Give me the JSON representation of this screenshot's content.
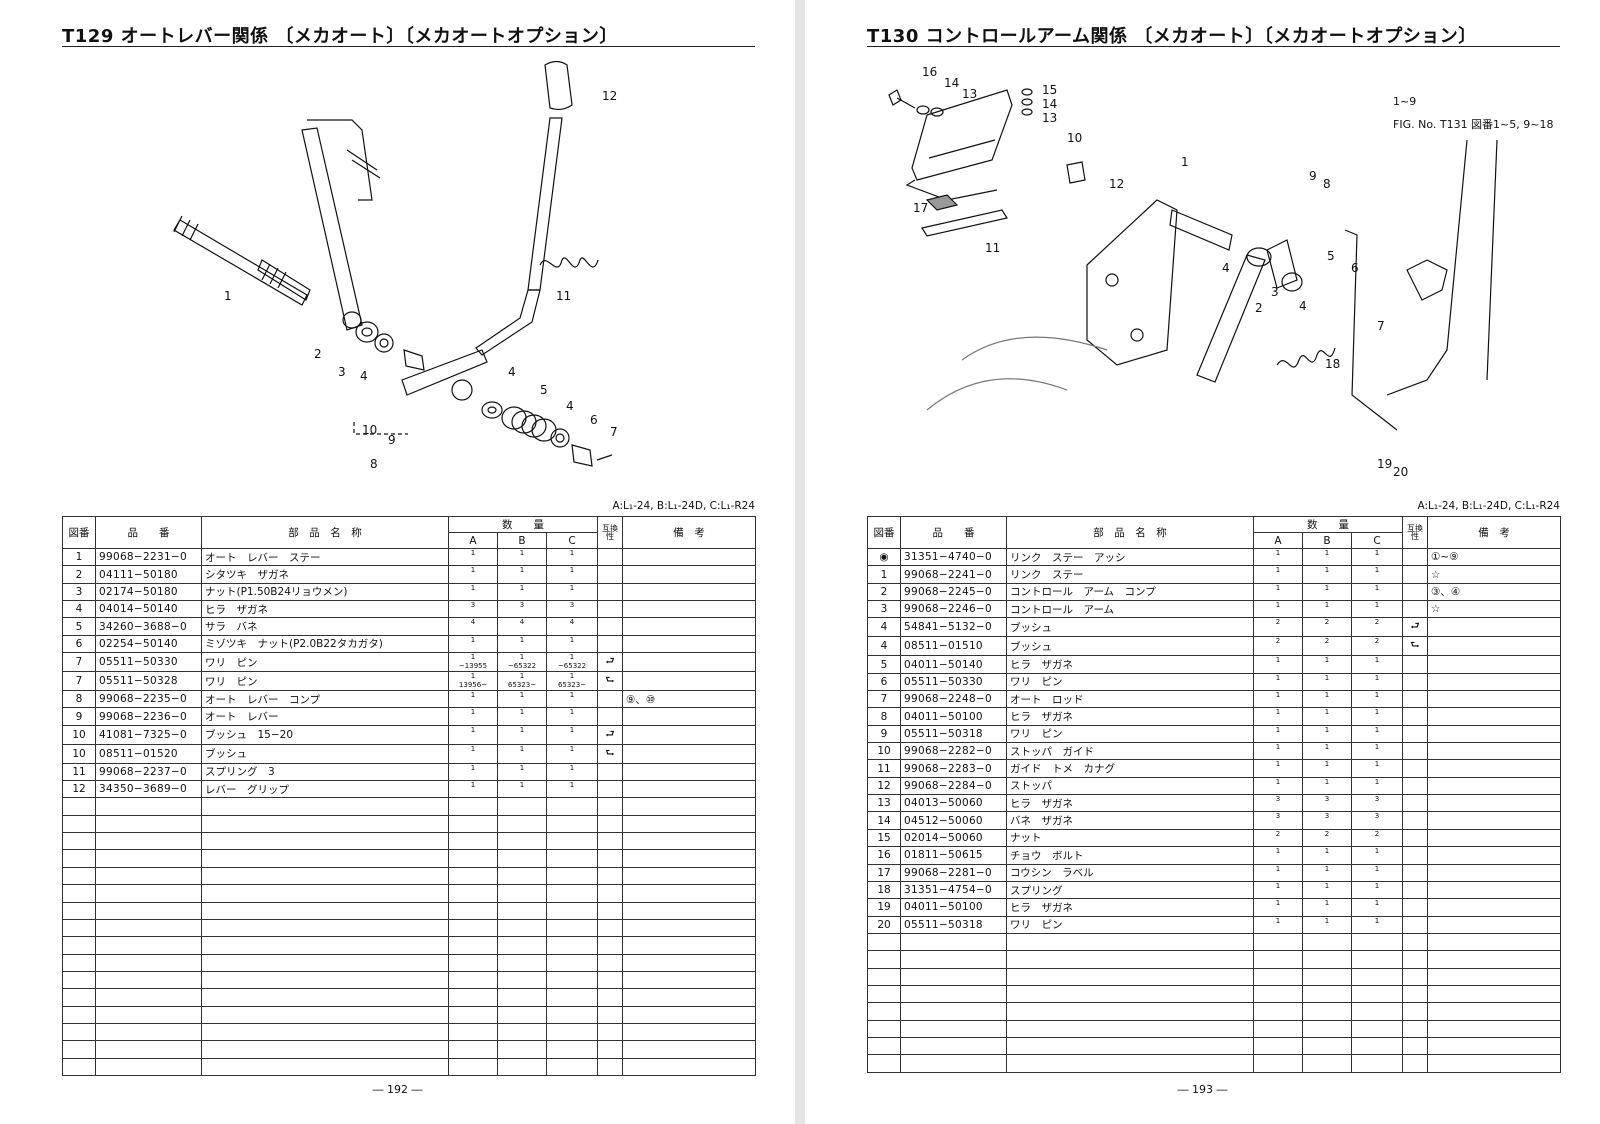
{
  "left": {
    "title": "T129 オートレバー関係 〔メカオート〕〔メカオートオプション〕",
    "model_note": "A:L₁-24, B:L₁-24D, C:L₁-R24",
    "page_number": "― 192 ―",
    "headers": {
      "fig": "図番",
      "part_no": "品　　番",
      "part_name": "部　品　名　称",
      "qty": "数　　量",
      "a": "A",
      "b": "B",
      "c": "C",
      "interchange": "互換性",
      "remarks": "備　考"
    },
    "callouts": [
      "1",
      "2",
      "3",
      "4",
      "10",
      "9",
      "8",
      "4",
      "5",
      "4",
      "6",
      "7",
      "11",
      "12"
    ],
    "rows": [
      {
        "fig": "1",
        "code": "99068−2231−0",
        "name": "オート　レバー　ステー",
        "a": "1",
        "b": "1",
        "c": "1",
        "x": "",
        "rem": ""
      },
      {
        "fig": "2",
        "code": "04111−50180",
        "name": "シタツキ　ザガネ",
        "a": "1",
        "b": "1",
        "c": "1",
        "x": "",
        "rem": ""
      },
      {
        "fig": "3",
        "code": "02174−50180",
        "name": "ナット(P1.50B24リョウメン)",
        "a": "1",
        "b": "1",
        "c": "1",
        "x": "",
        "rem": ""
      },
      {
        "fig": "4",
        "code": "04014−50140",
        "name": "ヒラ　ザガネ",
        "a": "3",
        "b": "3",
        "c": "3",
        "x": "",
        "rem": ""
      },
      {
        "fig": "5",
        "code": "34260−3688−0",
        "name": "サラ　バネ",
        "a": "4",
        "b": "4",
        "c": "4",
        "x": "",
        "rem": ""
      },
      {
        "fig": "6",
        "code": "02254−50140",
        "name": "ミゾツキ　ナット(P2.0B22タカガタ)",
        "a": "1",
        "b": "1",
        "c": "1",
        "x": "",
        "rem": ""
      },
      {
        "fig": "7",
        "code": "05511−50330",
        "name": "ワリ　ピン",
        "a": "1\n~13955",
        "b": "1\n~65322",
        "c": "1\n~65322",
        "x": "⮐",
        "rem": ""
      },
      {
        "fig": "7",
        "code": "05511−50328",
        "name": "ワリ　ピン",
        "a": "1\n13956~",
        "b": "1\n65323~",
        "c": "1\n65323~",
        "x": "⮑",
        "rem": ""
      },
      {
        "fig": "8",
        "code": "99068−2235−0",
        "name": "オート　レバー　コンプ",
        "a": "1",
        "b": "1",
        "c": "1",
        "x": "",
        "rem": "⑨、⑩"
      },
      {
        "fig": "9",
        "code": "99068−2236−0",
        "name": "オート　レバー",
        "a": "1",
        "b": "1",
        "c": "1",
        "x": "",
        "rem": ""
      },
      {
        "fig": "10",
        "code": "41081−7325−0",
        "name": "ブッシュ　15−20",
        "a": "1",
        "b": "1",
        "c": "1",
        "x": "⮐",
        "rem": ""
      },
      {
        "fig": "10",
        "code": "08511−01520",
        "name": "ブッシュ",
        "a": "1",
        "b": "1",
        "c": "1",
        "x": "⮑",
        "rem": ""
      },
      {
        "fig": "11",
        "code": "99068−2237−0",
        "name": "スプリング　3",
        "a": "1",
        "b": "1",
        "c": "1",
        "x": "",
        "rem": ""
      },
      {
        "fig": "12",
        "code": "34350−3689−0",
        "name": "レバー　グリップ",
        "a": "1",
        "b": "1",
        "c": "1",
        "x": "",
        "rem": ""
      }
    ]
  },
  "right": {
    "title": "T130 コントロールアーム関係 〔メカオート〕〔メカオートオプション〕",
    "model_note": "A:L₁-24, B:L₁-24D, C:L₁-R24",
    "page_number": "― 193 ―",
    "fig_note_range": "1~9",
    "fig_note": "FIG. No. T131 図番1~5, 9~18",
    "headers": {
      "fig": "図番",
      "part_no": "品　　番",
      "part_name": "部　品　名　称",
      "qty": "数　　量",
      "a": "A",
      "b": "B",
      "c": "C",
      "interchange": "互換性",
      "remarks": "備　考"
    },
    "callouts": [
      "16",
      "14",
      "13",
      "15",
      "14",
      "13",
      "10",
      "12",
      "17",
      "11",
      "1",
      "9",
      "8",
      "4",
      "3",
      "2",
      "4",
      "5",
      "6",
      "7",
      "18",
      "19",
      "20"
    ],
    "rows": [
      {
        "fig": "◉",
        "code": "31351−4740−0",
        "name": "リンク　ステー　アッシ",
        "a": "1",
        "b": "1",
        "c": "1",
        "x": "",
        "rem": "①~⑨"
      },
      {
        "fig": "1",
        "code": "99068−2241−0",
        "name": "リンク　ステー",
        "a": "1",
        "b": "1",
        "c": "1",
        "x": "",
        "rem": "☆"
      },
      {
        "fig": "2",
        "code": "99068−2245−0",
        "name": "コントロール　アーム　コンプ",
        "a": "1",
        "b": "1",
        "c": "1",
        "x": "",
        "rem": "③、④"
      },
      {
        "fig": "3",
        "code": "99068−2246−0",
        "name": "コントロール　アーム",
        "a": "1",
        "b": "1",
        "c": "1",
        "x": "",
        "rem": "☆"
      },
      {
        "fig": "4",
        "code": "54841−5132−0",
        "name": "ブッシュ",
        "a": "2",
        "b": "2",
        "c": "2",
        "x": "⮐",
        "rem": ""
      },
      {
        "fig": "4",
        "code": "08511−01510",
        "name": "ブッシュ",
        "a": "2",
        "b": "2",
        "c": "2",
        "x": "⮑",
        "rem": ""
      },
      {
        "fig": "5",
        "code": "04011−50140",
        "name": "ヒラ　ザガネ",
        "a": "1",
        "b": "1",
        "c": "1",
        "x": "",
        "rem": ""
      },
      {
        "fig": "6",
        "code": "05511−50330",
        "name": "ワリ　ピン",
        "a": "1",
        "b": "1",
        "c": "1",
        "x": "",
        "rem": ""
      },
      {
        "fig": "7",
        "code": "99068−2248−0",
        "name": "オート　ロッド",
        "a": "1",
        "b": "1",
        "c": "1",
        "x": "",
        "rem": ""
      },
      {
        "fig": "8",
        "code": "04011−50100",
        "name": "ヒラ　ザガネ",
        "a": "1",
        "b": "1",
        "c": "1",
        "x": "",
        "rem": ""
      },
      {
        "fig": "9",
        "code": "05511−50318",
        "name": "ワリ　ピン",
        "a": "1",
        "b": "1",
        "c": "1",
        "x": "",
        "rem": ""
      },
      {
        "fig": "10",
        "code": "99068−2282−0",
        "name": "ストッパ　ガイド",
        "a": "1",
        "b": "1",
        "c": "1",
        "x": "",
        "rem": ""
      },
      {
        "fig": "11",
        "code": "99068−2283−0",
        "name": "ガイド　トメ　カナグ",
        "a": "1",
        "b": "1",
        "c": "1",
        "x": "",
        "rem": ""
      },
      {
        "fig": "12",
        "code": "99068−2284−0",
        "name": "ストッパ",
        "a": "1",
        "b": "1",
        "c": "1",
        "x": "",
        "rem": ""
      },
      {
        "fig": "13",
        "code": "04013−50060",
        "name": "ヒラ　ザガネ",
        "a": "3",
        "b": "3",
        "c": "3",
        "x": "",
        "rem": ""
      },
      {
        "fig": "14",
        "code": "04512−50060",
        "name": "バネ　ザガネ",
        "a": "3",
        "b": "3",
        "c": "3",
        "x": "",
        "rem": ""
      },
      {
        "fig": "15",
        "code": "02014−50060",
        "name": "ナット",
        "a": "2",
        "b": "2",
        "c": "2",
        "x": "",
        "rem": ""
      },
      {
        "fig": "16",
        "code": "01811−50615",
        "name": "チョウ　ボルト",
        "a": "1",
        "b": "1",
        "c": "1",
        "x": "",
        "rem": ""
      },
      {
        "fig": "17",
        "code": "99068−2281−0",
        "name": "コウシン　ラベル",
        "a": "1",
        "b": "1",
        "c": "1",
        "x": "",
        "rem": ""
      },
      {
        "fig": "18",
        "code": "31351−4754−0",
        "name": "スプリング",
        "a": "1",
        "b": "1",
        "c": "1",
        "x": "",
        "rem": ""
      },
      {
        "fig": "19",
        "code": "04011−50100",
        "name": "ヒラ　ザガネ",
        "a": "1",
        "b": "1",
        "c": "1",
        "x": "",
        "rem": ""
      },
      {
        "fig": "20",
        "code": "05511−50318",
        "name": "ワリ　ピン",
        "a": "1",
        "b": "1",
        "c": "1",
        "x": "",
        "rem": ""
      }
    ]
  }
}
